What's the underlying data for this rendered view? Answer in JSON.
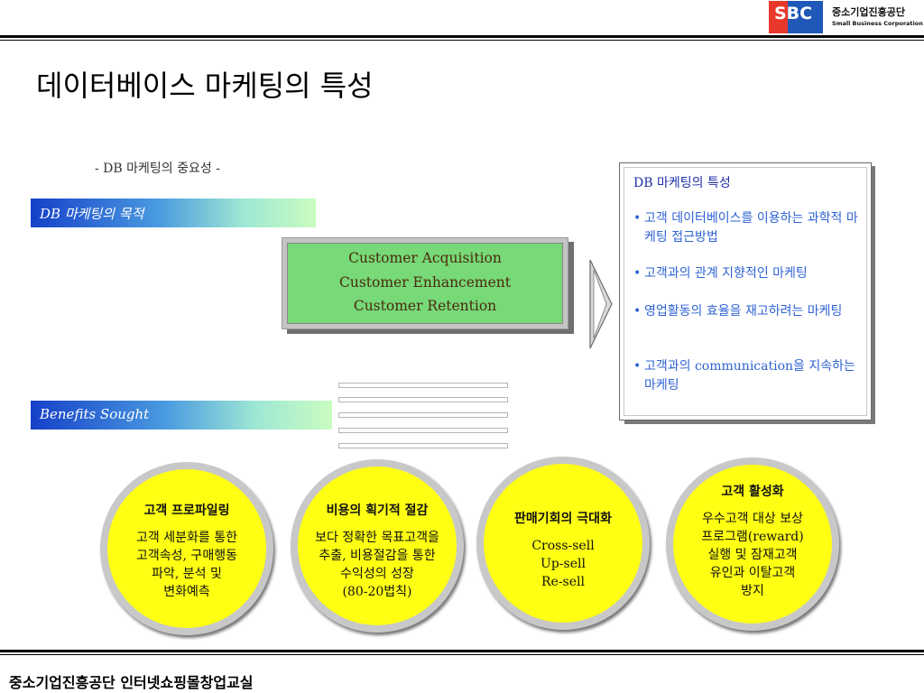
{
  "header": {
    "logo_text": "SBC",
    "org_ko": "중소기업진흥공단",
    "org_en": "Small Business Corporation"
  },
  "title": "데이터베이스 마케팅의 특성",
  "subtitle": "- DB 마케팅의 중요성 -",
  "bars": {
    "purpose": "DB 마케팅의 목적",
    "benefits": "Benefits Sought"
  },
  "green_box": {
    "lines": [
      "Customer Acquisition",
      "Customer Enhancement",
      "Customer Retention"
    ]
  },
  "panel": {
    "title": "DB 마케팅의 특성",
    "bullet": "•",
    "items": [
      "고객 데이터베이스를 이용하는 과학적 마케팅 접근방법",
      "고객과의 관계 지향적인 마케팅",
      "영업활동의 효율을 재고하려는 마케팅",
      "고객과의 communication을 지속하는 마케팅"
    ]
  },
  "circles": [
    {
      "title": "고객 프로파일링",
      "lines": [
        "고객 세분화를 통한",
        "고객속성, 구매행동",
        "파악, 분석 및",
        "변화예측"
      ]
    },
    {
      "title": "비용의 획기적 절감",
      "lines": [
        "보다 정확한 목표고객을",
        "추출, 비용절감을 통한",
        "수익성의 성장",
        "(80-20법칙)"
      ]
    },
    {
      "title": "판매기회의 극대화",
      "lines": [
        "Cross-sell",
        "Up-sell",
        "Re-sell"
      ]
    },
    {
      "title": "고객 활성화",
      "lines": [
        "우수고객 대상 보상",
        "프로그램(reward)",
        "실행 및 잠재고객",
        "유인과 이탈고객",
        "방지"
      ]
    }
  ],
  "colors": {
    "circle_fill": "#ffff14",
    "box_fill": "#77d977",
    "panel_text": "#2f63d3",
    "logo_red": "#e8382c",
    "logo_blue": "#1f58b8"
  },
  "footer": "중소기업진흥공단 인터넷쇼핑몰창업교실"
}
